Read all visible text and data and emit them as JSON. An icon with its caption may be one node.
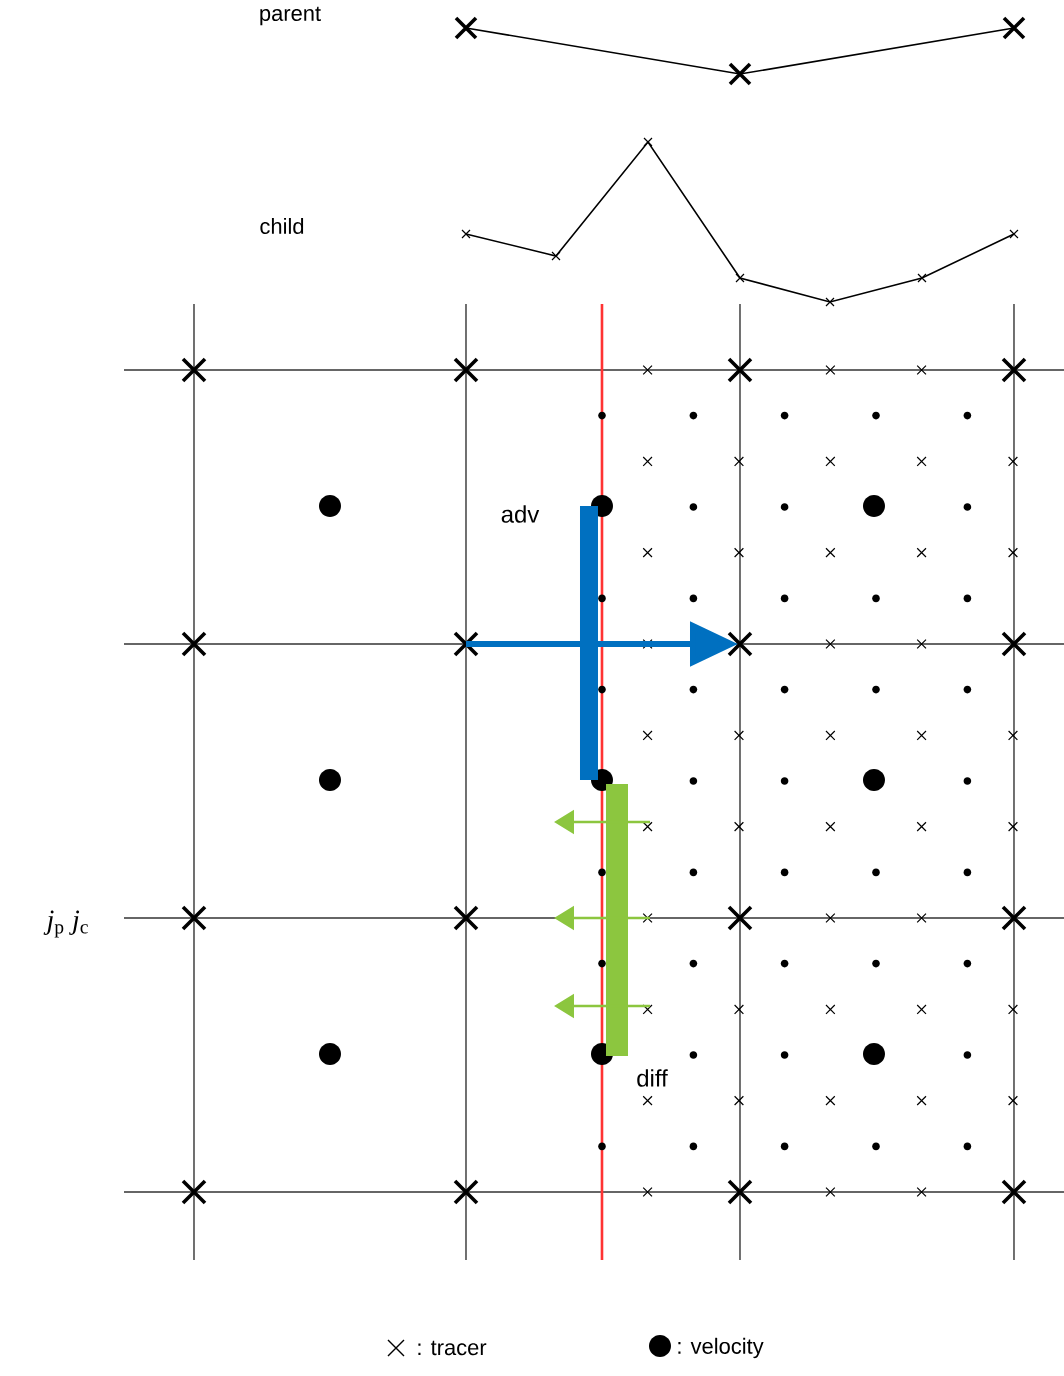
{
  "diagram": {
    "labels": [
      "parent",
      "child",
      "adv",
      "diff",
      "*j*$_{p}$ *j*$_{c}$"
    ],
    "legend": [
      {
        "text": ": tracer"
      },
      {
        "text": ": velocity"
      }
    ]
  }
}
